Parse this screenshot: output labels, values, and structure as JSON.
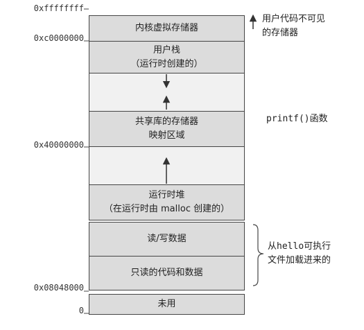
{
  "addresses": {
    "top": "0xffffffff",
    "kernel_start": "0xc0000000",
    "shared_lib": "0x40000000",
    "text_start": "0x08048000",
    "zero": "0"
  },
  "segments": {
    "kernel": "内核虚拟存储器",
    "stack_line1": "用户栈",
    "stack_line2": "（运行时创建的）",
    "shared_line1": "共享库的存储器",
    "shared_line2": "映射区域",
    "heap_line1": "运行时堆",
    "heap_line2": "（在运行时由 malloc 创建的）",
    "rw_data": "读/写数据",
    "ro_code": "只读的代码和数据",
    "unused": "未用"
  },
  "notes": {
    "kernel_line1": "用户代码不可见",
    "kernel_line2": "的存储器",
    "printf_code": "printf()",
    "printf_text": "函数",
    "loaded_prefix": "从",
    "loaded_code": "hello",
    "loaded_suffix": "可执行",
    "loaded_line2": "文件加载进来的"
  }
}
